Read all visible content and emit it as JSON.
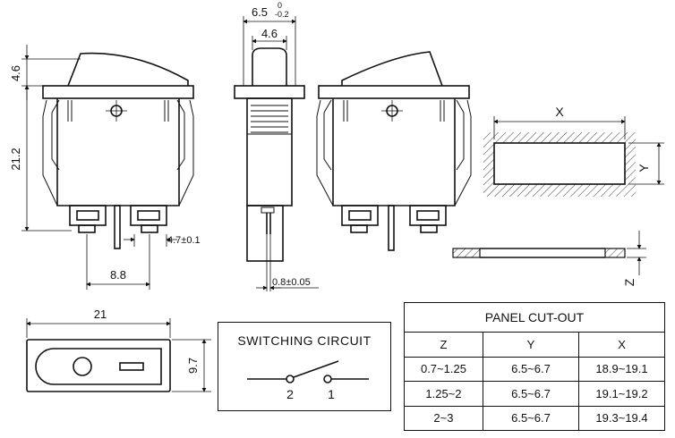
{
  "dimensions": {
    "top_width": "6.5",
    "top_tol_upper": "0",
    "top_tol_lower": "-0.2",
    "rocker_width": "4.6",
    "rocker_height": "4.6",
    "body_height": "21.2",
    "terminal_width": "4.7±0.1",
    "pitch": "8.8",
    "terminal_thick": "0.8±0.05",
    "bottom_length": "21",
    "bottom_height": "9.7"
  },
  "cutout_diagram": {
    "x_label": "X",
    "y_label": "Y",
    "z_label": "Z"
  },
  "switching_circuit": {
    "title": "SWITCHING CIRCUIT",
    "pin_left": "2",
    "pin_right": "1"
  },
  "panel_cutout_table": {
    "title": "PANEL CUT-OUT",
    "headers": [
      "Z",
      "Y",
      "X"
    ],
    "rows": [
      [
        "0.7~1.25",
        "6.5~6.7",
        "18.9~19.1"
      ],
      [
        "1.25~2",
        "6.5~6.7",
        "19.1~19.2"
      ],
      [
        "2~3",
        "6.5~6.7",
        "19.3~19.4"
      ]
    ]
  }
}
